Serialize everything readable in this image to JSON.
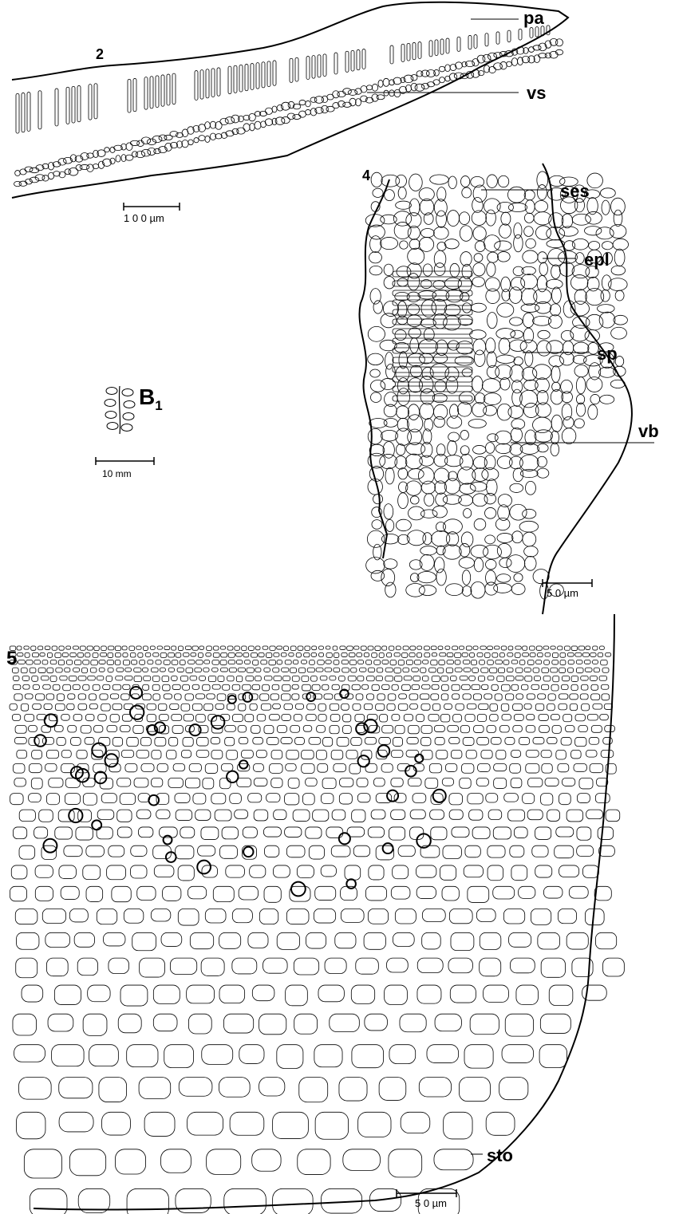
{
  "figures": {
    "fig2": {
      "number": "2",
      "labels": {
        "pa": "pa",
        "vs": "vs"
      },
      "scale": "1 0 0 µm"
    },
    "figB1": {
      "title_letter": "B",
      "title_sub": "1",
      "scale": "10 mm"
    },
    "fig4": {
      "number": "4",
      "labels": {
        "ses": "ses",
        "epl": "epl",
        "sp": "sp",
        "vb": "vb"
      },
      "scale": "5 0  µm"
    },
    "fig5": {
      "number": "5",
      "labels": {
        "sto": "sto"
      },
      "scale": "5 0 µm"
    }
  },
  "style": {
    "ink": "#000000",
    "paper": "#ffffff"
  }
}
